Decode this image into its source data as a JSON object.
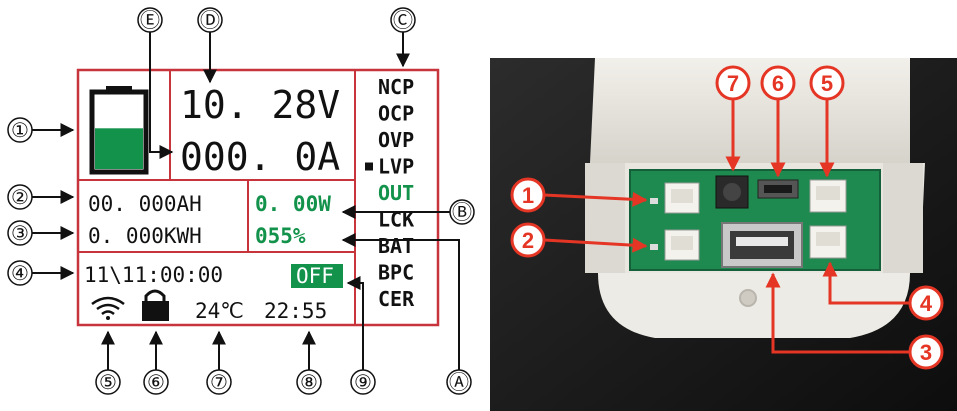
{
  "lcd": {
    "voltage": "10. 28V",
    "current": "000. 0A",
    "capacity": "00. 000AH",
    "energy": "0. 000KWH",
    "power": "0. 00W",
    "percent": "055%",
    "datetime": "11\\11:00:00",
    "out_state": "OFF",
    "temperature": "24℃",
    "clock": "22:55",
    "menu": [
      {
        "label": "NCP",
        "marked": false,
        "green": false
      },
      {
        "label": "OCP",
        "marked": false,
        "green": false
      },
      {
        "label": "OVP",
        "marked": false,
        "green": false
      },
      {
        "label": "LVP",
        "marked": true,
        "green": false
      },
      {
        "label": "OUT",
        "marked": false,
        "green": true
      },
      {
        "label": "LCK",
        "marked": false,
        "green": false
      },
      {
        "label": "BAT",
        "marked": false,
        "green": false
      },
      {
        "label": "BPC",
        "marked": false,
        "green": false
      },
      {
        "label": "CER",
        "marked": false,
        "green": false
      }
    ]
  },
  "battery_level": 0.55,
  "callouts_left": [
    "①",
    "②",
    "③",
    "④"
  ],
  "callouts_bottom": [
    "⑤",
    "⑥",
    "⑦",
    "⑧",
    "⑨",
    "Ⓐ"
  ],
  "callouts_top": [
    "Ⓔ",
    "Ⓓ",
    "Ⓒ"
  ],
  "callout_b": "Ⓑ",
  "photo_callouts": [
    "1",
    "2",
    "3",
    "4",
    "5",
    "6",
    "7"
  ],
  "colors": {
    "frame": "#c8343c",
    "lcd_green": "#12924a",
    "callout_red": "#e53524"
  }
}
